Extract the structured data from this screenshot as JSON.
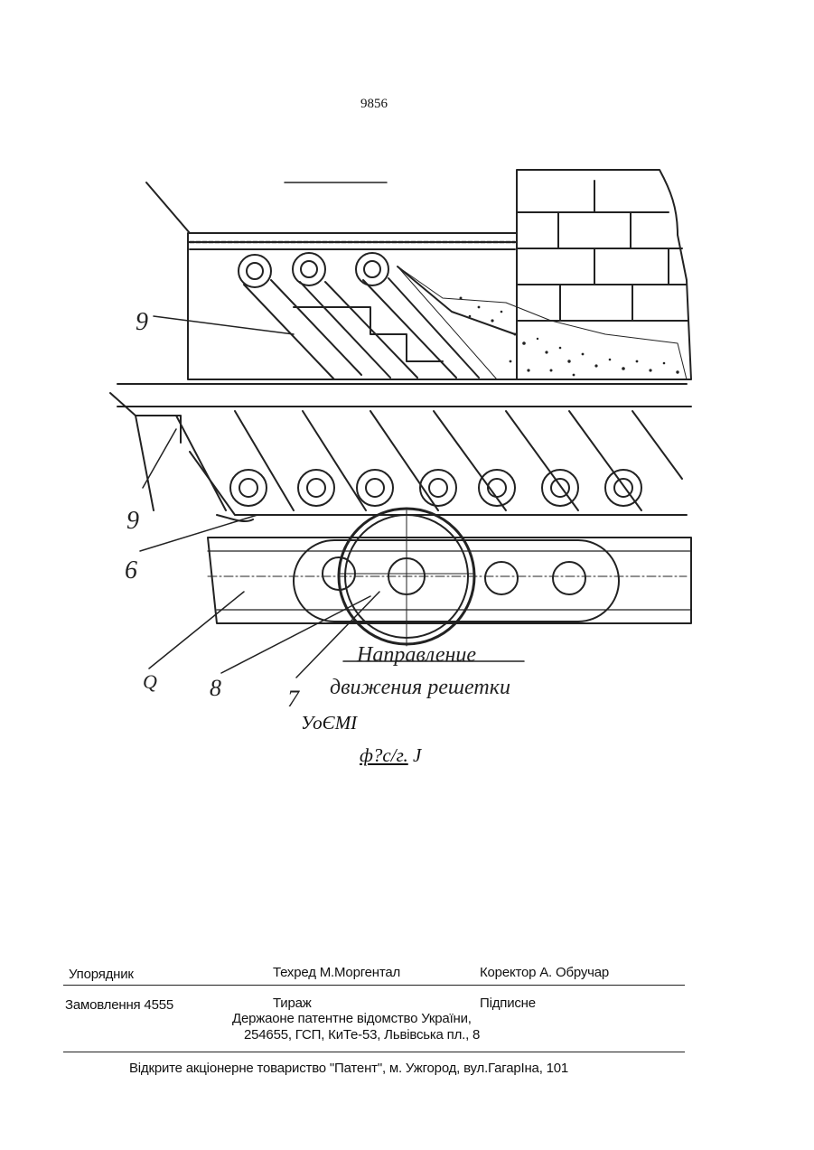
{
  "page_number": "9856",
  "figure": {
    "handwritten_note_line1": "Направление",
    "handwritten_note_line2": "движения решетки",
    "labels": [
      "9",
      "9",
      "6",
      "Q",
      "8",
      "7"
    ]
  },
  "caption_line1": "УоЄМІ",
  "caption_line2": "ф?с/г.",
  "caption_line2_suffix": "J",
  "footer": {
    "composer": "Упорядник",
    "tech_editor": "Техред М.Моргентал",
    "corrector": "Коректор А. Обручар",
    "order": "Замовлення 4555",
    "circulation": "Тираж",
    "signed": "Підписне",
    "office_line1": "Держаоне патентне відомство України,",
    "office_line2": "254655, ГСП, КиТе-53, Львівська пл., 8",
    "publisher": "Відкрите акціонерне товариство \"Патент\", м. Ужгород, вул.ГагарІна, 101"
  }
}
